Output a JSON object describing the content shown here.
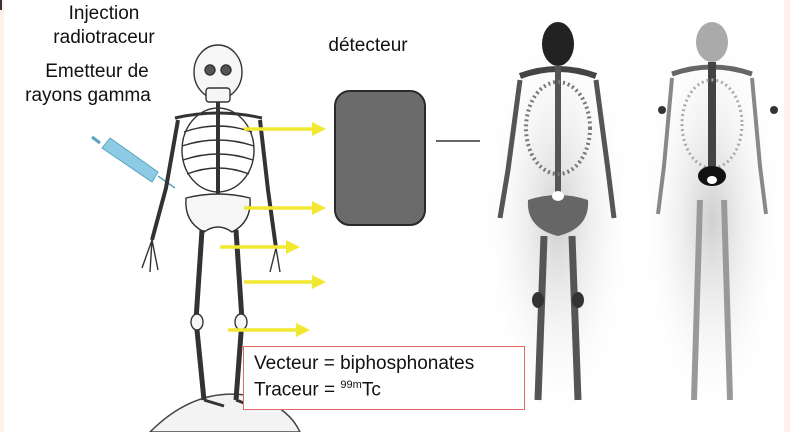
{
  "labels": {
    "injection": "Injection",
    "radiotracer": "radiotraceur",
    "emitter": "Emetteur de",
    "gamma": "rayons gamma",
    "detector": "détecteur"
  },
  "caption": {
    "vector": "Vecteur = biphosphonates",
    "tracer_prefix": "Traceur = ",
    "tracer_superscript": "99m",
    "tracer_element": "Tc"
  },
  "colors": {
    "arrow": "#f2e832",
    "detector_fill": "#6b6b6b",
    "caption_border": "#e06a6a",
    "syringe": "#7ec3dd"
  },
  "icons": [
    "skeleton-illustration",
    "syringe-icon",
    "gamma-arrow",
    "bone-scan-anterior",
    "bone-scan-posterior"
  ]
}
